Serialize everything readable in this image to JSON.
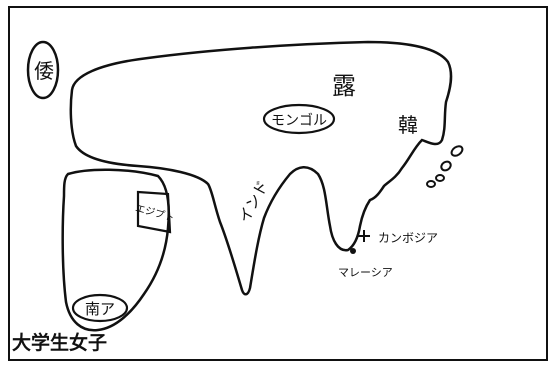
{
  "map": {
    "caption": "大学生女子",
    "labels": {
      "japan": "倭",
      "russia": "露",
      "mongolia": "モンゴル",
      "korea": "韓",
      "egypt": "エジプト",
      "south_africa": "南ア",
      "india": "インド",
      "cambodia": "カンボジア",
      "malaysia": "マレーシア"
    }
  }
}
